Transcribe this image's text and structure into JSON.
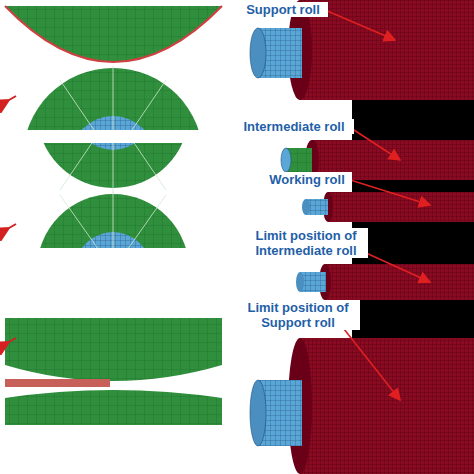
{
  "diagram": {
    "labels": [
      "Support roll",
      "Intermediate roll",
      "Working roll",
      "Limit position of Intermediate roll",
      "Limit position of Support roll"
    ]
  }
}
